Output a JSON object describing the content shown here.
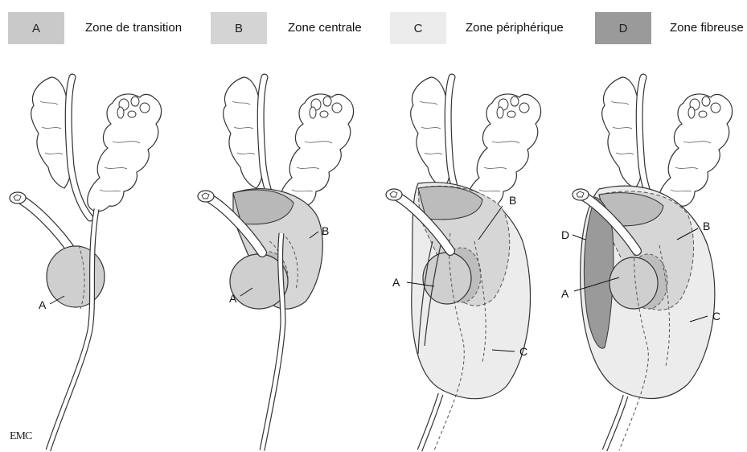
{
  "legend": [
    {
      "key": "A",
      "label": "Zone de transition",
      "color": "#c9c9c9"
    },
    {
      "key": "B",
      "label": "Zone centrale",
      "color": "#d4d4d4"
    },
    {
      "key": "C",
      "label": "Zone périphérique",
      "color": "#ececec"
    },
    {
      "key": "D",
      "label": "Zone fibreuse",
      "color": "#9a9a9a"
    }
  ],
  "panels": [
    {
      "labels": [
        "A"
      ]
    },
    {
      "labels": [
        "A",
        "B"
      ]
    },
    {
      "labels": [
        "A",
        "B",
        "C"
      ]
    },
    {
      "labels": [
        "D",
        "A",
        "B",
        "C"
      ]
    }
  ],
  "logo": "EMC"
}
